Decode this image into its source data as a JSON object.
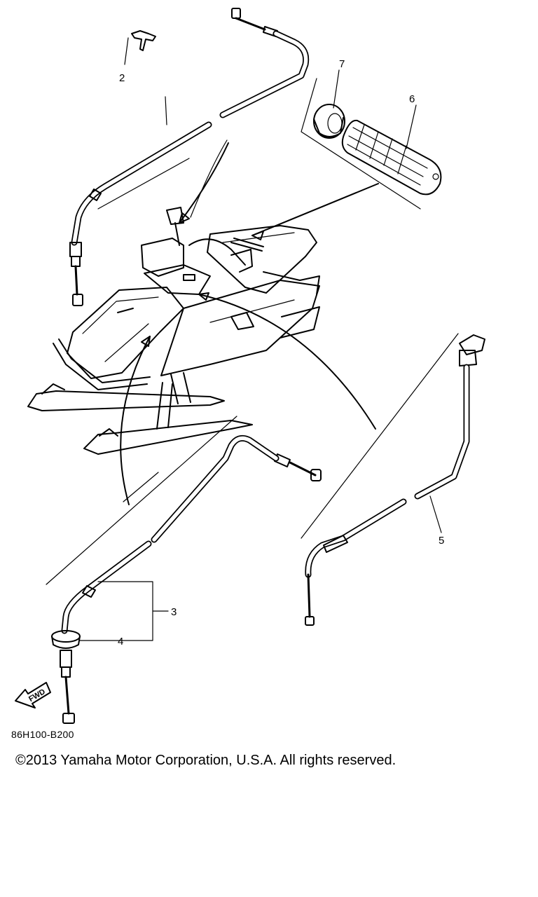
{
  "callouts": {
    "c2": "2",
    "c3": "3",
    "c4": "4",
    "c5": "5",
    "c6": "6",
    "c7": "7"
  },
  "fwd_label": "FWD",
  "diagram_code": "86H100-B200",
  "copyright": "©2013 Yamaha Motor Corporation, U.S.A. All rights reserved."
}
